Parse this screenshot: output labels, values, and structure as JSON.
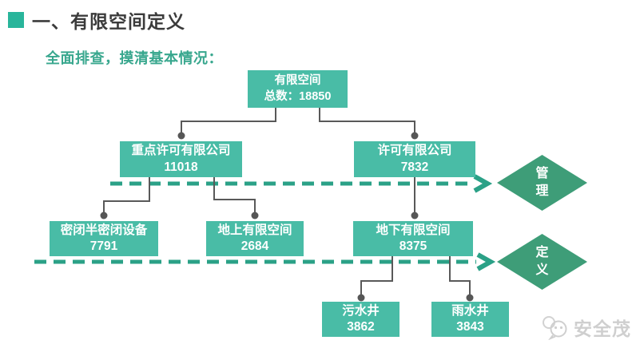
{
  "header": {
    "title": "一、有限空间定义",
    "subtitle": "全面排查，摸清基本情况："
  },
  "tree": {
    "root": {
      "label": "有限空间",
      "value": "总数：18850"
    },
    "level2": [
      {
        "label": "重点许可有限公司",
        "value": "11018"
      },
      {
        "label": "许可有限公司",
        "value": "7832"
      }
    ],
    "level3": [
      {
        "label": "密闭半密闭设备",
        "value": "7791"
      },
      {
        "label": "地上有限空间",
        "value": "2684"
      },
      {
        "label": "地下有限空间",
        "value": "8375"
      }
    ],
    "level4": [
      {
        "label": "污水井",
        "value": "3862"
      },
      {
        "label": "雨水井",
        "value": "3843"
      }
    ]
  },
  "diamonds": [
    {
      "label": "管理"
    },
    {
      "label": "定义"
    }
  ],
  "watermark": {
    "text": "安全茂",
    "icon": "wechat-bubbles-icon"
  },
  "colors": {
    "box_teal": "#49BCA6",
    "diamond_green": "#3E9D78",
    "dashed_line": "#2BA187",
    "connector_gray": "#595959",
    "title_text": "#3B3B3B",
    "subtitle_text": "#38A78E",
    "bullet_square": "#29B59B",
    "watermark_gray": "#CFCFCF"
  }
}
